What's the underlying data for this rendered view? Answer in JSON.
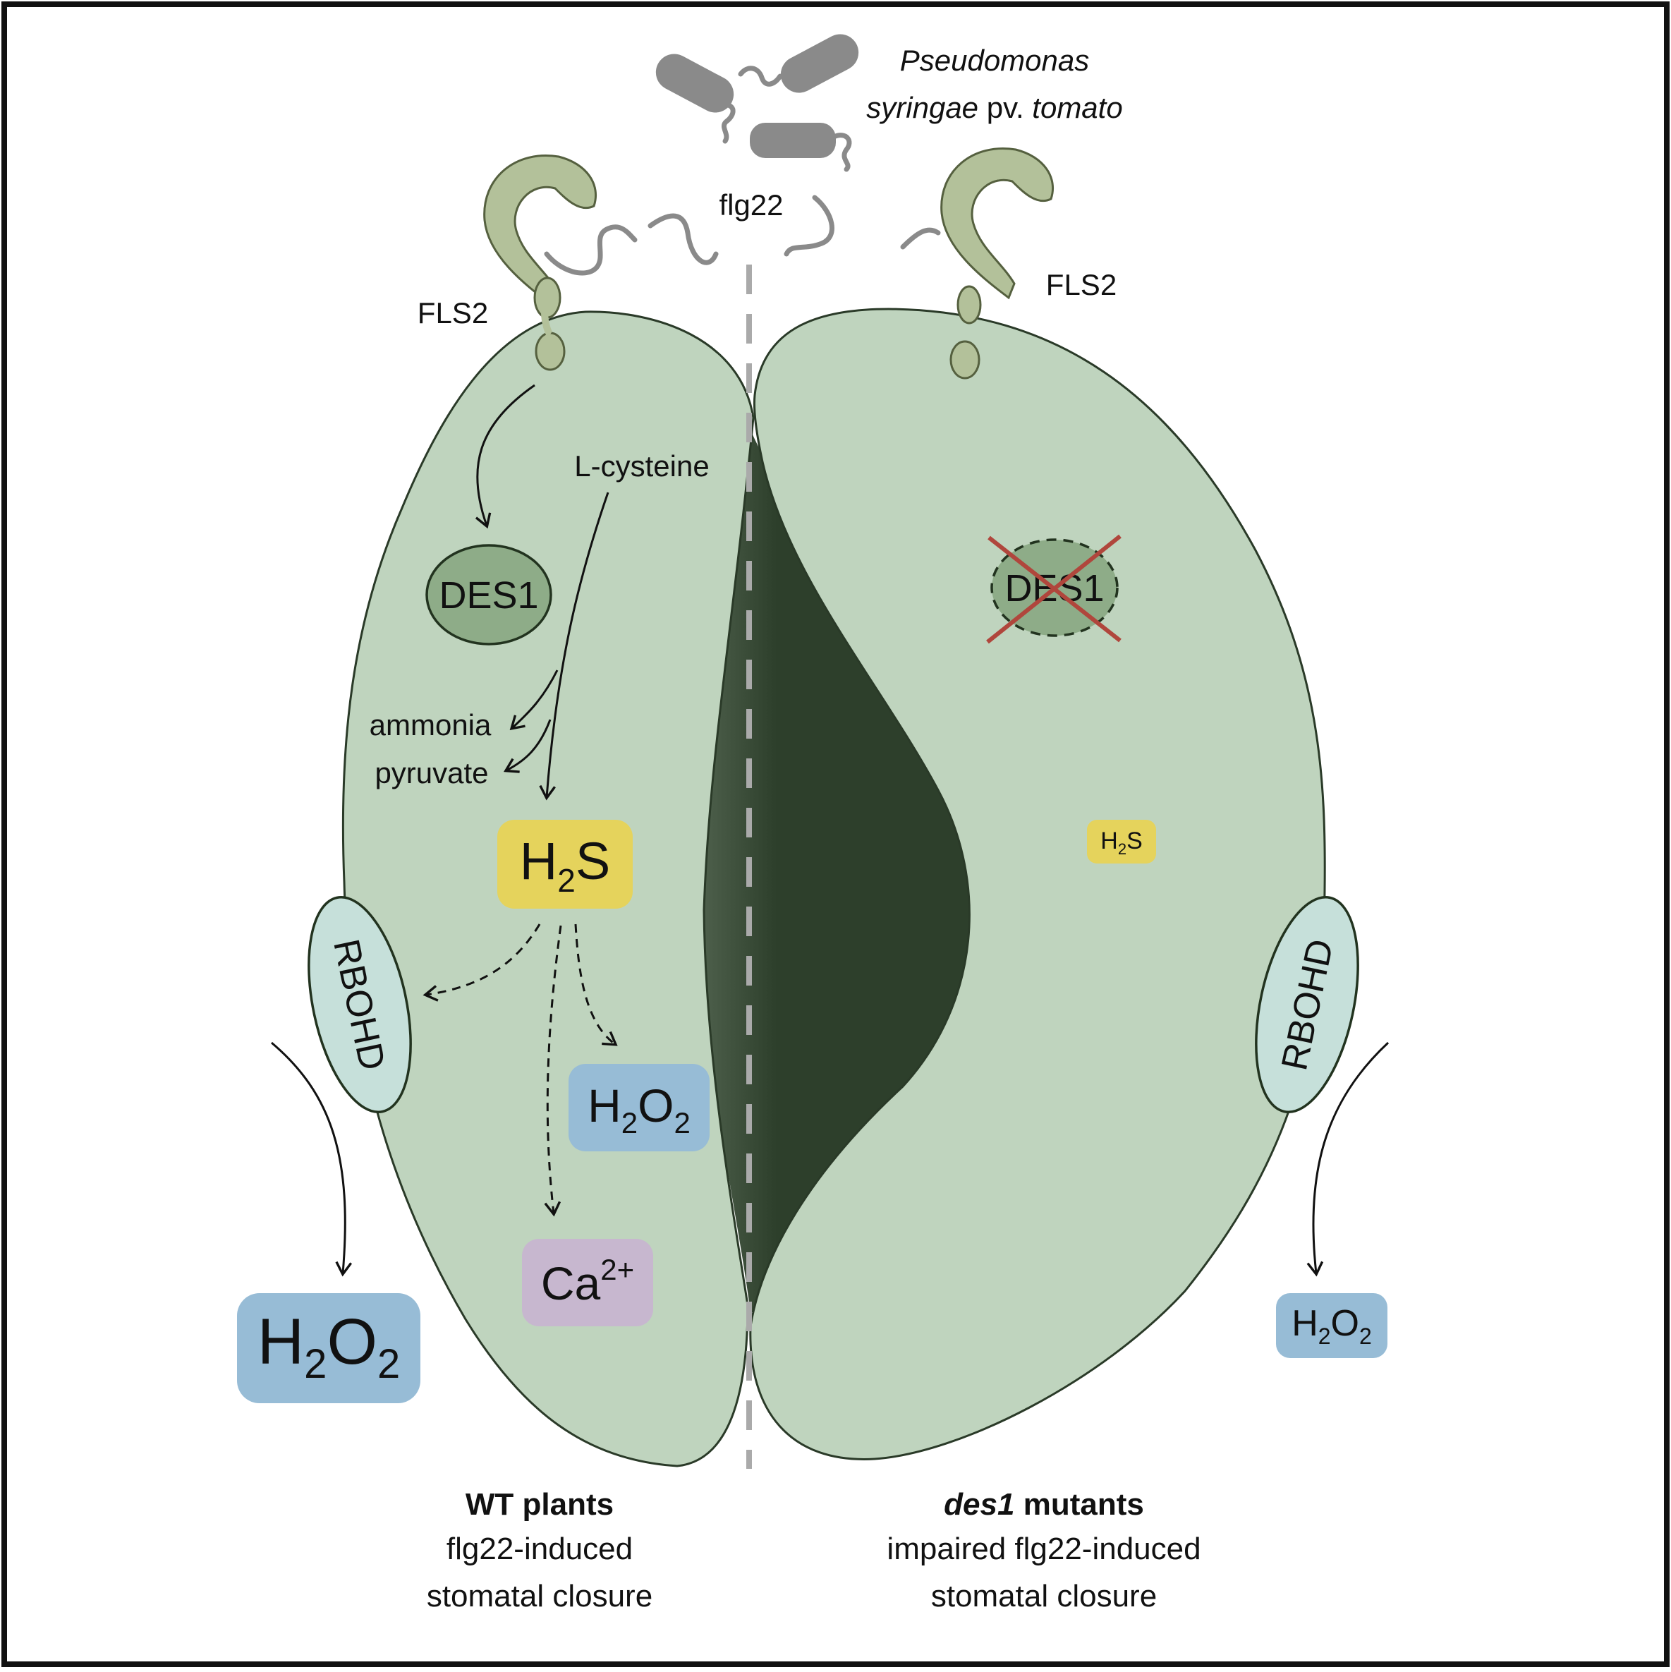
{
  "bacterium": {
    "line1": "Pseudomonas",
    "line2_italic_a": "syringae",
    "line2_plain": " pv. ",
    "line2_italic_b": "tomato"
  },
  "flagellin": "flg22",
  "receptor": {
    "left": "FLS2",
    "right": "FLS2"
  },
  "wt": {
    "substrate": "L-cysteine",
    "enzyme": "DES1",
    "byproduct_1": "ammonia",
    "byproduct_2": "pyruvate",
    "h2s": {
      "base": "H",
      "sub": "2",
      "tail": "S"
    },
    "h2o2_inner": {
      "a": "H",
      "sub1": "2",
      "b": "O",
      "sub2": "2"
    },
    "calcium": {
      "base": "Ca",
      "sup": "2+"
    },
    "oxidase": "RBOHD",
    "h2o2_outer": {
      "a": "H",
      "sub1": "2",
      "b": "O",
      "sub2": "2"
    },
    "caption_title": "WT plants",
    "caption_line1": "flg22-induced",
    "caption_line2": "stomatal closure"
  },
  "mutant": {
    "enzyme": "DES1",
    "h2s": {
      "base": "H",
      "sub": "2",
      "tail": "S"
    },
    "oxidase": "RBOHD",
    "h2o2_outer": {
      "a": "H",
      "sub1": "2",
      "b": "O",
      "sub2": "2"
    },
    "caption_title_italic": "des1",
    "caption_title_rest": " mutants",
    "caption_line1": "impaired flg22-induced",
    "caption_line2": "stomatal closure"
  },
  "colors": {
    "guard_cell": "#bfd4be",
    "pore": "#2d3f2b",
    "des1": "#8eac88",
    "h2s_box": "#e5d35c",
    "h2o2_box": "#97bcd6",
    "ca_box": "#c7b7cf",
    "rbohd": "#c6e0da",
    "receptor": "#b3c19a",
    "bacteria": "#8a8a8a",
    "cross": "#b0463c"
  }
}
